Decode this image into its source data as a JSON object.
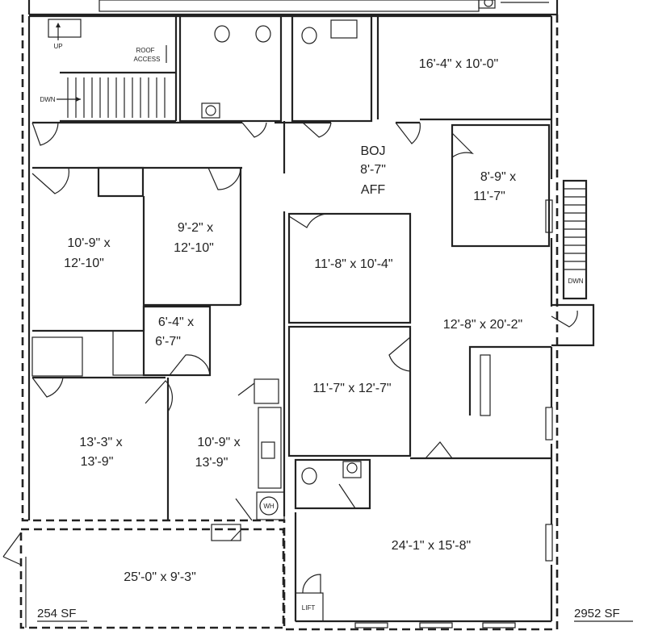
{
  "plan": {
    "rooms": [
      {
        "label": "16'-4\" x 10'-0\""
      },
      {
        "label": "BOJ"
      },
      {
        "label": "8'-7\""
      },
      {
        "label": "AFF"
      },
      {
        "label": "8'-9\" x"
      },
      {
        "label": "11'-7\""
      },
      {
        "label": "10'-9\" x"
      },
      {
        "label": "12'-10\""
      },
      {
        "label": "9'-2\" x"
      },
      {
        "label": "12'-10\""
      },
      {
        "label": "11'-8\" x 10'-4\""
      },
      {
        "label": "6'-4\" x"
      },
      {
        "label": "6'-7\""
      },
      {
        "label": "12'-8\" x 20'-2\""
      },
      {
        "label": "11'-7\" x 12'-7\""
      },
      {
        "label": "13'-3\" x"
      },
      {
        "label": "13'-9\""
      },
      {
        "label": "10'-9\" x"
      },
      {
        "label": "13'-9\""
      },
      {
        "label": "24'-1\" x 15'-8\""
      },
      {
        "label": "25'-0\" x 9'-3\""
      }
    ],
    "small_labels": {
      "up": "UP",
      "dwn": "DWN",
      "roof1": "ROOF",
      "roof2": "ACCESS",
      "dwn_right": "DWN",
      "wh": "WH",
      "lift": "LIFT"
    },
    "areas": {
      "garage": "254 SF",
      "main": "2952 SF"
    }
  }
}
